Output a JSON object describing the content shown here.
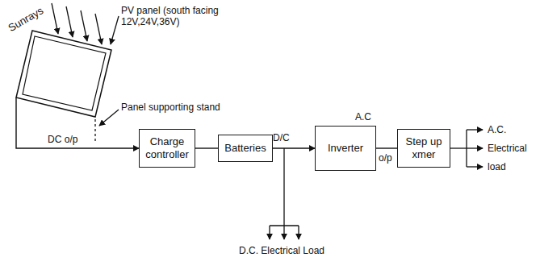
{
  "diagram": {
    "nodes": [
      {
        "text": [
          "PV panel (south facing 12V,24V,36V)"
        ]
      },
      {
        "text": [
          "Charge controller"
        ]
      },
      {
        "text": [
          "Batteries"
        ]
      },
      {
        "text": [
          "Inverter"
        ]
      },
      {
        "text": [
          "Step up xmer"
        ]
      }
    ],
    "edges": [
      {
        "from": 0,
        "to": 1,
        "arrow": "to",
        "label": "DC o/p"
      },
      {
        "from": 1,
        "to": 2,
        "arrow": "none"
      },
      {
        "from": 2,
        "to": 3,
        "arrow": "to"
      },
      {
        "from": 3,
        "to": 4,
        "arrow": "none"
      }
    ],
    "labels": [
      "Sunrays",
      "Panel supporting stand",
      "D/C",
      "A.C",
      "o/p",
      "A.C. Electrical load",
      "D.C. Electrical Load"
    ]
  }
}
